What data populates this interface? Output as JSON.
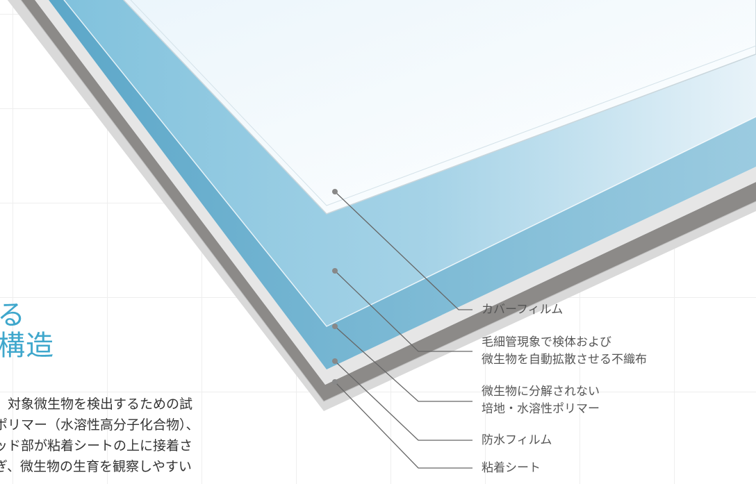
{
  "heading": {
    "line1": "る",
    "line2": "構造"
  },
  "body_text": {
    "line1": "　対象微生物を検出するための試",
    "line2": "ポリマー（水溶性高分子化合物）、",
    "line3": "ッド部が粘着シートの上に接着さ",
    "line4": "ぎ、微生物の生育を観察しやすい"
  },
  "layers": [
    {
      "line1": "カバーフィルム",
      "line2": ""
    },
    {
      "line1": "毛細管現象で検体および",
      "line2": "微生物を自動拡散させる不織布"
    },
    {
      "line1": "微生物に分解されない",
      "line2": "培地・水溶性ポリマー"
    },
    {
      "line1": "防水フィルム",
      "line2": ""
    },
    {
      "line1": "粘着シート",
      "line2": ""
    }
  ],
  "colors": {
    "accent": "#3fa7cc",
    "leader": "#666666"
  }
}
